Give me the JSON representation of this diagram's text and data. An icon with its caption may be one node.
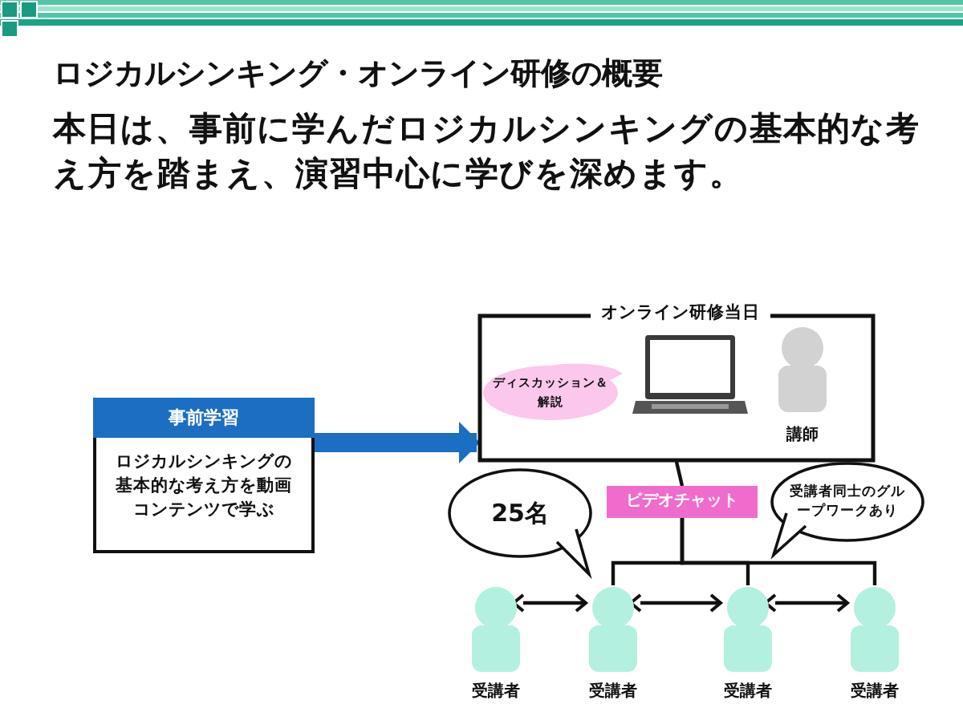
{
  "diagram": {
    "title": "ロジカルシンキング・オンライン研修の概要",
    "nodes": [
      {
        "text": [
          "事前学習",
          "ロジカルシンキングの基本的な考え方を動画コンテンツで学ぶ"
        ]
      },
      {
        "text": [
          "オンライン研修当日"
        ]
      },
      {
        "text": [
          "ディスカッション＆解説"
        ],
        "in": 1
      },
      {
        "text": [],
        "shape": "picture",
        "in": 1
      },
      {
        "text": [],
        "shape": "person",
        "in": 1,
        "beside": [
          "講師"
        ]
      },
      {
        "text": [
          "ビデオチャット"
        ]
      },
      {
        "text": [
          "25名"
        ]
      },
      {
        "text": [
          "受講者同士のグループワークあり"
        ]
      },
      {
        "text": [],
        "shape": "person",
        "beside": [
          "受講者"
        ]
      },
      {
        "text": [],
        "shape": "person",
        "beside": [
          "受講者"
        ]
      },
      {
        "text": [],
        "shape": "person",
        "beside": [
          "受講者"
        ]
      },
      {
        "text": [],
        "shape": "person",
        "beside": [
          "受講者"
        ]
      }
    ],
    "edges": [
      {
        "from": 0,
        "to": 1,
        "arrow": "to",
        "style": "thick",
        "color": "#1b6ec2"
      },
      {
        "from": 1,
        "to": 5,
        "arrow": "none"
      },
      {
        "from": 5,
        "to": 9,
        "arrow": "none"
      },
      {
        "from": 5,
        "to": 10,
        "arrow": "none"
      },
      {
        "from": 5,
        "to": 11,
        "arrow": "none"
      },
      {
        "from": 8,
        "to": 9,
        "arrow": "both"
      },
      {
        "from": 9,
        "to": 10,
        "arrow": "both"
      },
      {
        "from": 10,
        "to": 11,
        "arrow": "both"
      }
    ],
    "labels": [
      "本日は、事前に学んだロジカルシンキングの基本的な考え方を踏まえ、演習中心に学びを深めます。"
    ]
  }
}
